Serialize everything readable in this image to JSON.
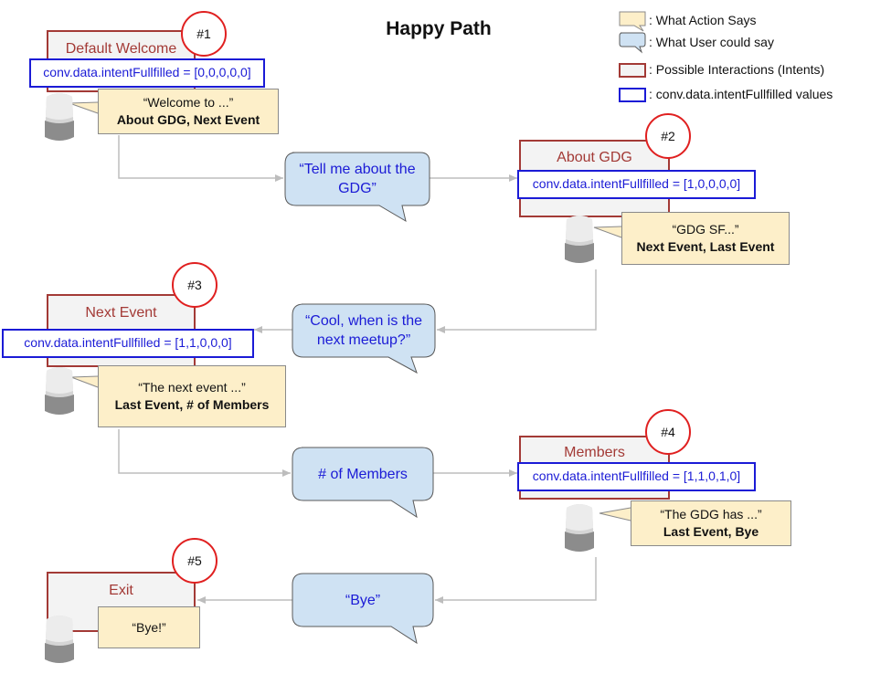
{
  "title": "Happy Path",
  "colors": {
    "intent_border": "#a33a36",
    "value_border": "#1b1bd6",
    "action_fill": "#fdefc9",
    "user_fill": "#cfe2f3",
    "step_circle": "#e02020",
    "arrow": "#bdbdbd"
  },
  "legend": {
    "action": "What Action Says",
    "user": "What User could say",
    "intent": "Possible Interactions (Intents)",
    "value": "conv.data.intentFullfilled values",
    "prefix": ": "
  },
  "steps": [
    {
      "number": "#1",
      "intent": "Default Welcome",
      "value": "conv.data.intentFullfilled = [0,0,0,0,0]",
      "says_text": "“Welcome to ...”",
      "says_options": "About GDG, Next Event"
    },
    {
      "number": "#2",
      "intent": "About GDG",
      "value": "conv.data.intentFullfilled = [1,0,0,0,0]",
      "says_text": "“GDG SF...”",
      "says_options": "Next Event, Last Event"
    },
    {
      "number": "#3",
      "intent": "Next Event",
      "value": "conv.data.intentFullfilled = [1,1,0,0,0]",
      "says_text": "“The next event ...”",
      "says_options": "Last Event, # of Members"
    },
    {
      "number": "#4",
      "intent": "Members",
      "value": "conv.data.intentFullfilled = [1,1,0,1,0]",
      "says_text": "“The GDG has ...”",
      "says_options": "Last Event, Bye"
    },
    {
      "number": "#5",
      "intent": "Exit",
      "says_text": "“Bye!”"
    }
  ],
  "user_utterances": [
    "“Tell me about the GDG”",
    "“Cool, when is the next meetup?”",
    "# of Members",
    "“Bye”"
  ]
}
